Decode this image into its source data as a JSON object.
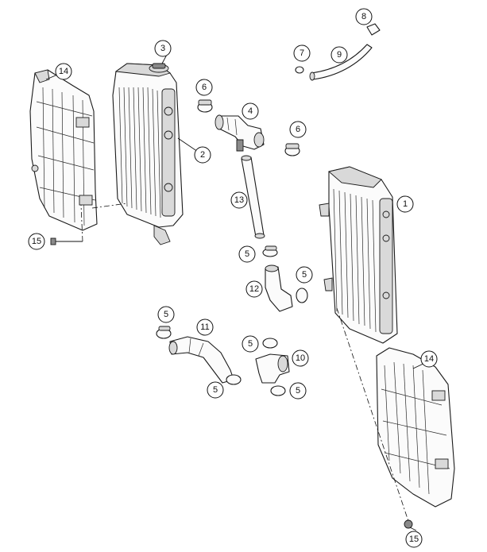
{
  "callouts": [
    {
      "id": "c-1",
      "label": "1"
    },
    {
      "id": "c-2",
      "label": "2"
    },
    {
      "id": "c-3",
      "label": "3"
    },
    {
      "id": "c-4",
      "label": "4"
    },
    {
      "id": "c-5a",
      "label": "5"
    },
    {
      "id": "c-5b",
      "label": "5"
    },
    {
      "id": "c-5c",
      "label": "5"
    },
    {
      "id": "c-5d",
      "label": "5"
    },
    {
      "id": "c-5e",
      "label": "5"
    },
    {
      "id": "c-5f",
      "label": "5"
    },
    {
      "id": "c-6a",
      "label": "6"
    },
    {
      "id": "c-6b",
      "label": "6"
    },
    {
      "id": "c-7",
      "label": "7"
    },
    {
      "id": "c-8",
      "label": "8"
    },
    {
      "id": "c-9",
      "label": "9"
    },
    {
      "id": "c-10",
      "label": "10"
    },
    {
      "id": "c-11",
      "label": "11"
    },
    {
      "id": "c-12",
      "label": "12"
    },
    {
      "id": "c-13",
      "label": "13"
    },
    {
      "id": "c-14a",
      "label": "14"
    },
    {
      "id": "c-14b",
      "label": "14"
    },
    {
      "id": "c-15a",
      "label": "15"
    },
    {
      "id": "c-15b",
      "label": "15"
    }
  ]
}
